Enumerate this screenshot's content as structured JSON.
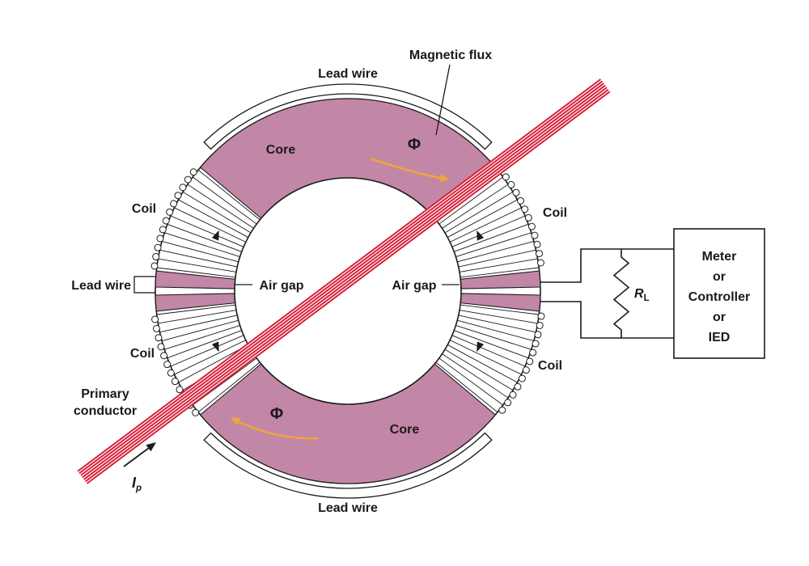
{
  "labels": {
    "magnetic_flux": "Magnetic flux",
    "lead_wire_top": "Lead wire",
    "lead_wire_left": "Lead wire",
    "lead_wire_bottom": "Lead wire",
    "core_top": "Core",
    "core_bottom": "Core",
    "coil_upper_left": "Coil",
    "coil_upper_right": "Coil",
    "coil_lower_left": "Coil",
    "coil_lower_right": "Coil",
    "air_gap_left": "Air gap",
    "air_gap_right": "Air gap",
    "flux_symbol_top": "Φ",
    "flux_symbol_bottom": "Φ",
    "primary_conductor_line1": "Primary",
    "primary_conductor_line2": "conductor",
    "primary_current_symbol": "I",
    "primary_current_subscript": "p",
    "load_resistor_symbol": "R",
    "load_resistor_subscript": "L"
  },
  "device_box": {
    "lines": [
      "Meter",
      "or",
      "Controller",
      "or",
      "IED"
    ]
  },
  "colors": {
    "core_fill": "#C287A6",
    "conductor_red": "#D8203A",
    "flux_arrow_orange": "#F0A43C",
    "line_black": "#1a1a1a"
  }
}
